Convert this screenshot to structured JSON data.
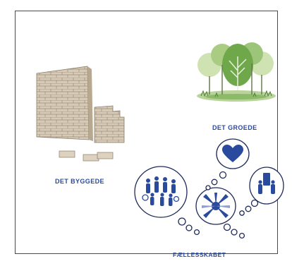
{
  "labels": {
    "built": "DET BYGGEDE",
    "grown": "DET GROEDE",
    "community": "FÆLLESSKABET"
  },
  "colors": {
    "frame": "#2a4a9e",
    "brand_blue": "#2a4a9e",
    "brick": "#d7cbb8",
    "brick_line": "#9a8c78",
    "brick_side": "#b7a88f",
    "tree_green": "#6fa84a",
    "tree_light": "#b9d49a"
  },
  "icons": {
    "wall": "brick-wall-icon",
    "trees": "trees-icon",
    "heart": "heart-icon",
    "people": "people-group-icon",
    "hands": "joined-hands-icon",
    "carry": "carrying-people-icon"
  }
}
